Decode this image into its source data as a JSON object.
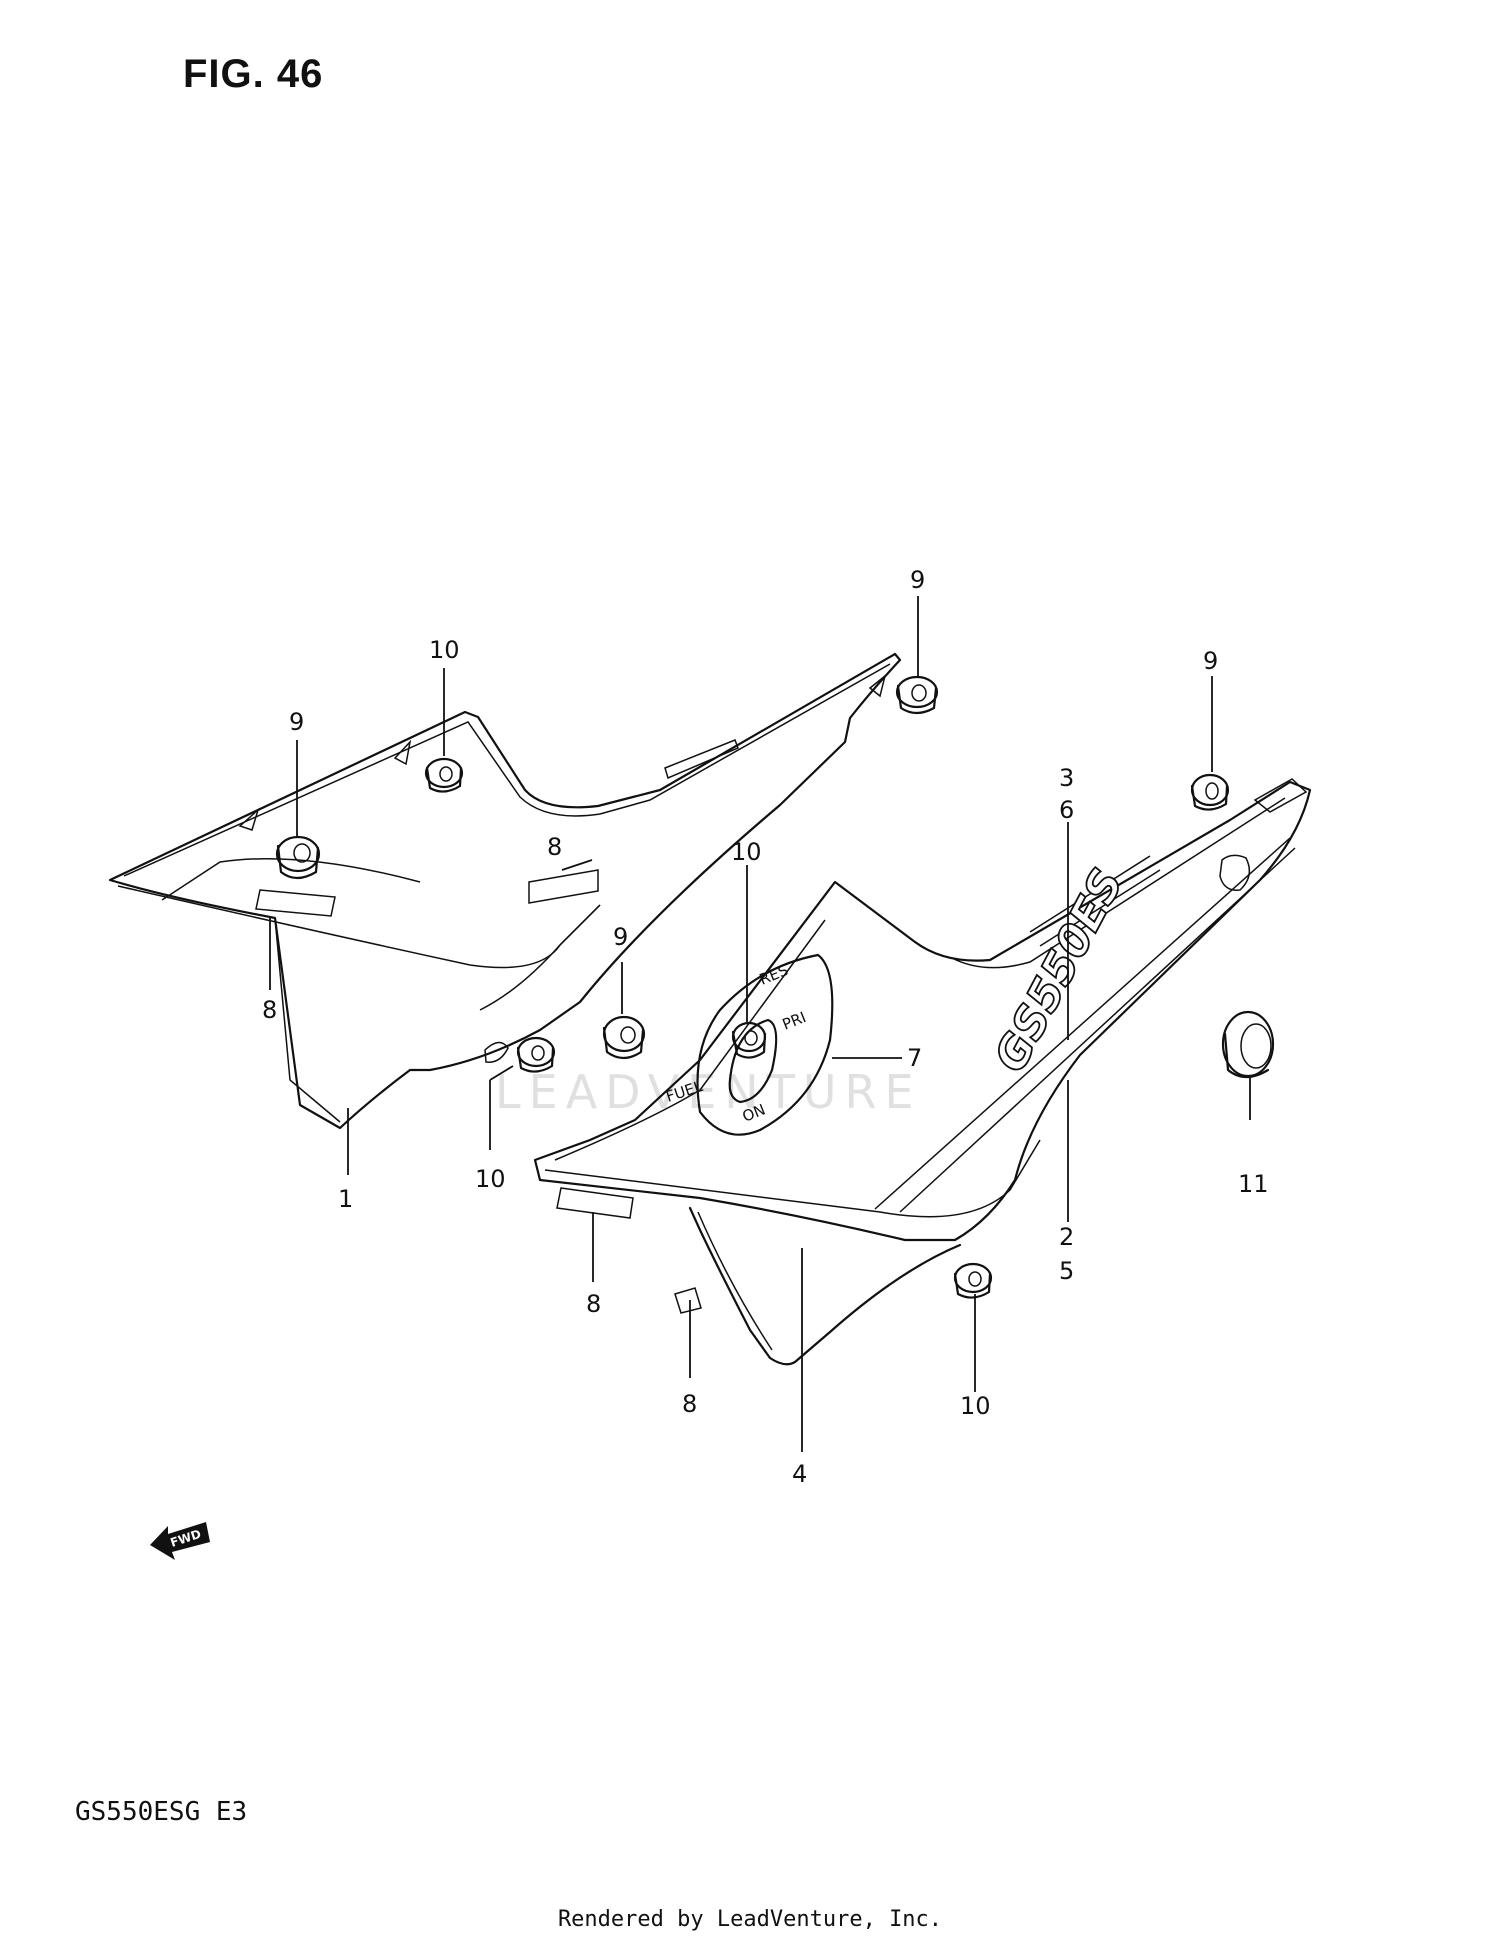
{
  "figure_title": "FIG. 46",
  "model_code": "GS550ESG  E3",
  "footer": "Rendered by LeadVenture, Inc.",
  "watermark": "LEADVENTURE",
  "fwd_label": "FWD",
  "emblem_text": "GS550ES",
  "fuel_decal": {
    "fuel": "FUEL",
    "res": "RES",
    "pri": "PRI",
    "on": "ON"
  },
  "callouts": [
    {
      "id": "c1",
      "label": "1"
    },
    {
      "id": "c2",
      "label": "2"
    },
    {
      "id": "c5",
      "label": "5"
    },
    {
      "id": "c3",
      "label": "3"
    },
    {
      "id": "c6",
      "label": "6"
    },
    {
      "id": "c4",
      "label": "4"
    },
    {
      "id": "c7",
      "label": "7"
    },
    {
      "id": "c8a",
      "label": "8"
    },
    {
      "id": "c8b",
      "label": "8"
    },
    {
      "id": "c8c",
      "label": "8"
    },
    {
      "id": "c8d",
      "label": "8"
    },
    {
      "id": "c9a",
      "label": "9"
    },
    {
      "id": "c9b",
      "label": "9"
    },
    {
      "id": "c9c",
      "label": "9"
    },
    {
      "id": "c9d",
      "label": "9"
    },
    {
      "id": "c10a",
      "label": "10"
    },
    {
      "id": "c10b",
      "label": "10"
    },
    {
      "id": "c10c",
      "label": "10"
    },
    {
      "id": "c10d",
      "label": "10"
    },
    {
      "id": "c11",
      "label": "11"
    }
  ]
}
